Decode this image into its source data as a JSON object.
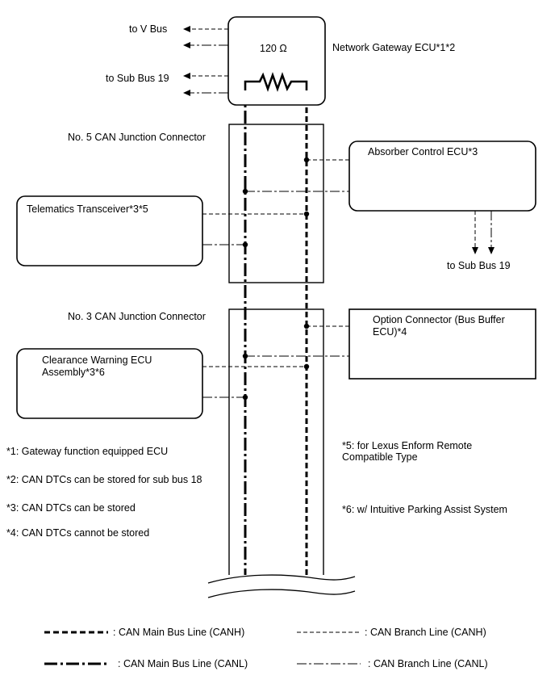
{
  "components": {
    "gateway": {
      "label": "Network Gateway ECU*1*2",
      "resistor": "120 Ω"
    },
    "junction5": {
      "label": "No. 5 CAN Junction Connector"
    },
    "junction3": {
      "label": "No. 3 CAN Junction Connector"
    },
    "absorber": {
      "label": "Absorber Control ECU*3"
    },
    "telematics": {
      "label": "Telematics Transceiver*3*5"
    },
    "option_connector": {
      "line1": "Option Connector (Bus Buffer",
      "line2": "ECU)*4"
    },
    "clearance": {
      "line1": "Clearance Warning ECU",
      "line2": "Assembly*3*6"
    }
  },
  "buses": {
    "v_bus": "to V Bus",
    "sub_bus_left": "to Sub Bus 19",
    "sub_bus_right": "to Sub Bus 19"
  },
  "notes": {
    "n1": "*1: Gateway function equipped ECU",
    "n2": "*2: CAN DTCs can be stored for sub bus 18",
    "n3": "*3: CAN DTCs can be stored",
    "n4": "*4: CAN DTCs cannot be stored",
    "n5_line1": "*5: for Lexus Enform Remote",
    "n5_line2": "Compatible Type",
    "n6": "*6: w/ Intuitive Parking Assist System"
  },
  "legend": {
    "main_canh": ": CAN Main Bus Line (CANH)",
    "main_canl": ": CAN Main Bus Line (CANL)",
    "branch_canh": ": CAN Branch Line (CANH)",
    "branch_canl": ": CAN Branch Line (CANL)"
  }
}
